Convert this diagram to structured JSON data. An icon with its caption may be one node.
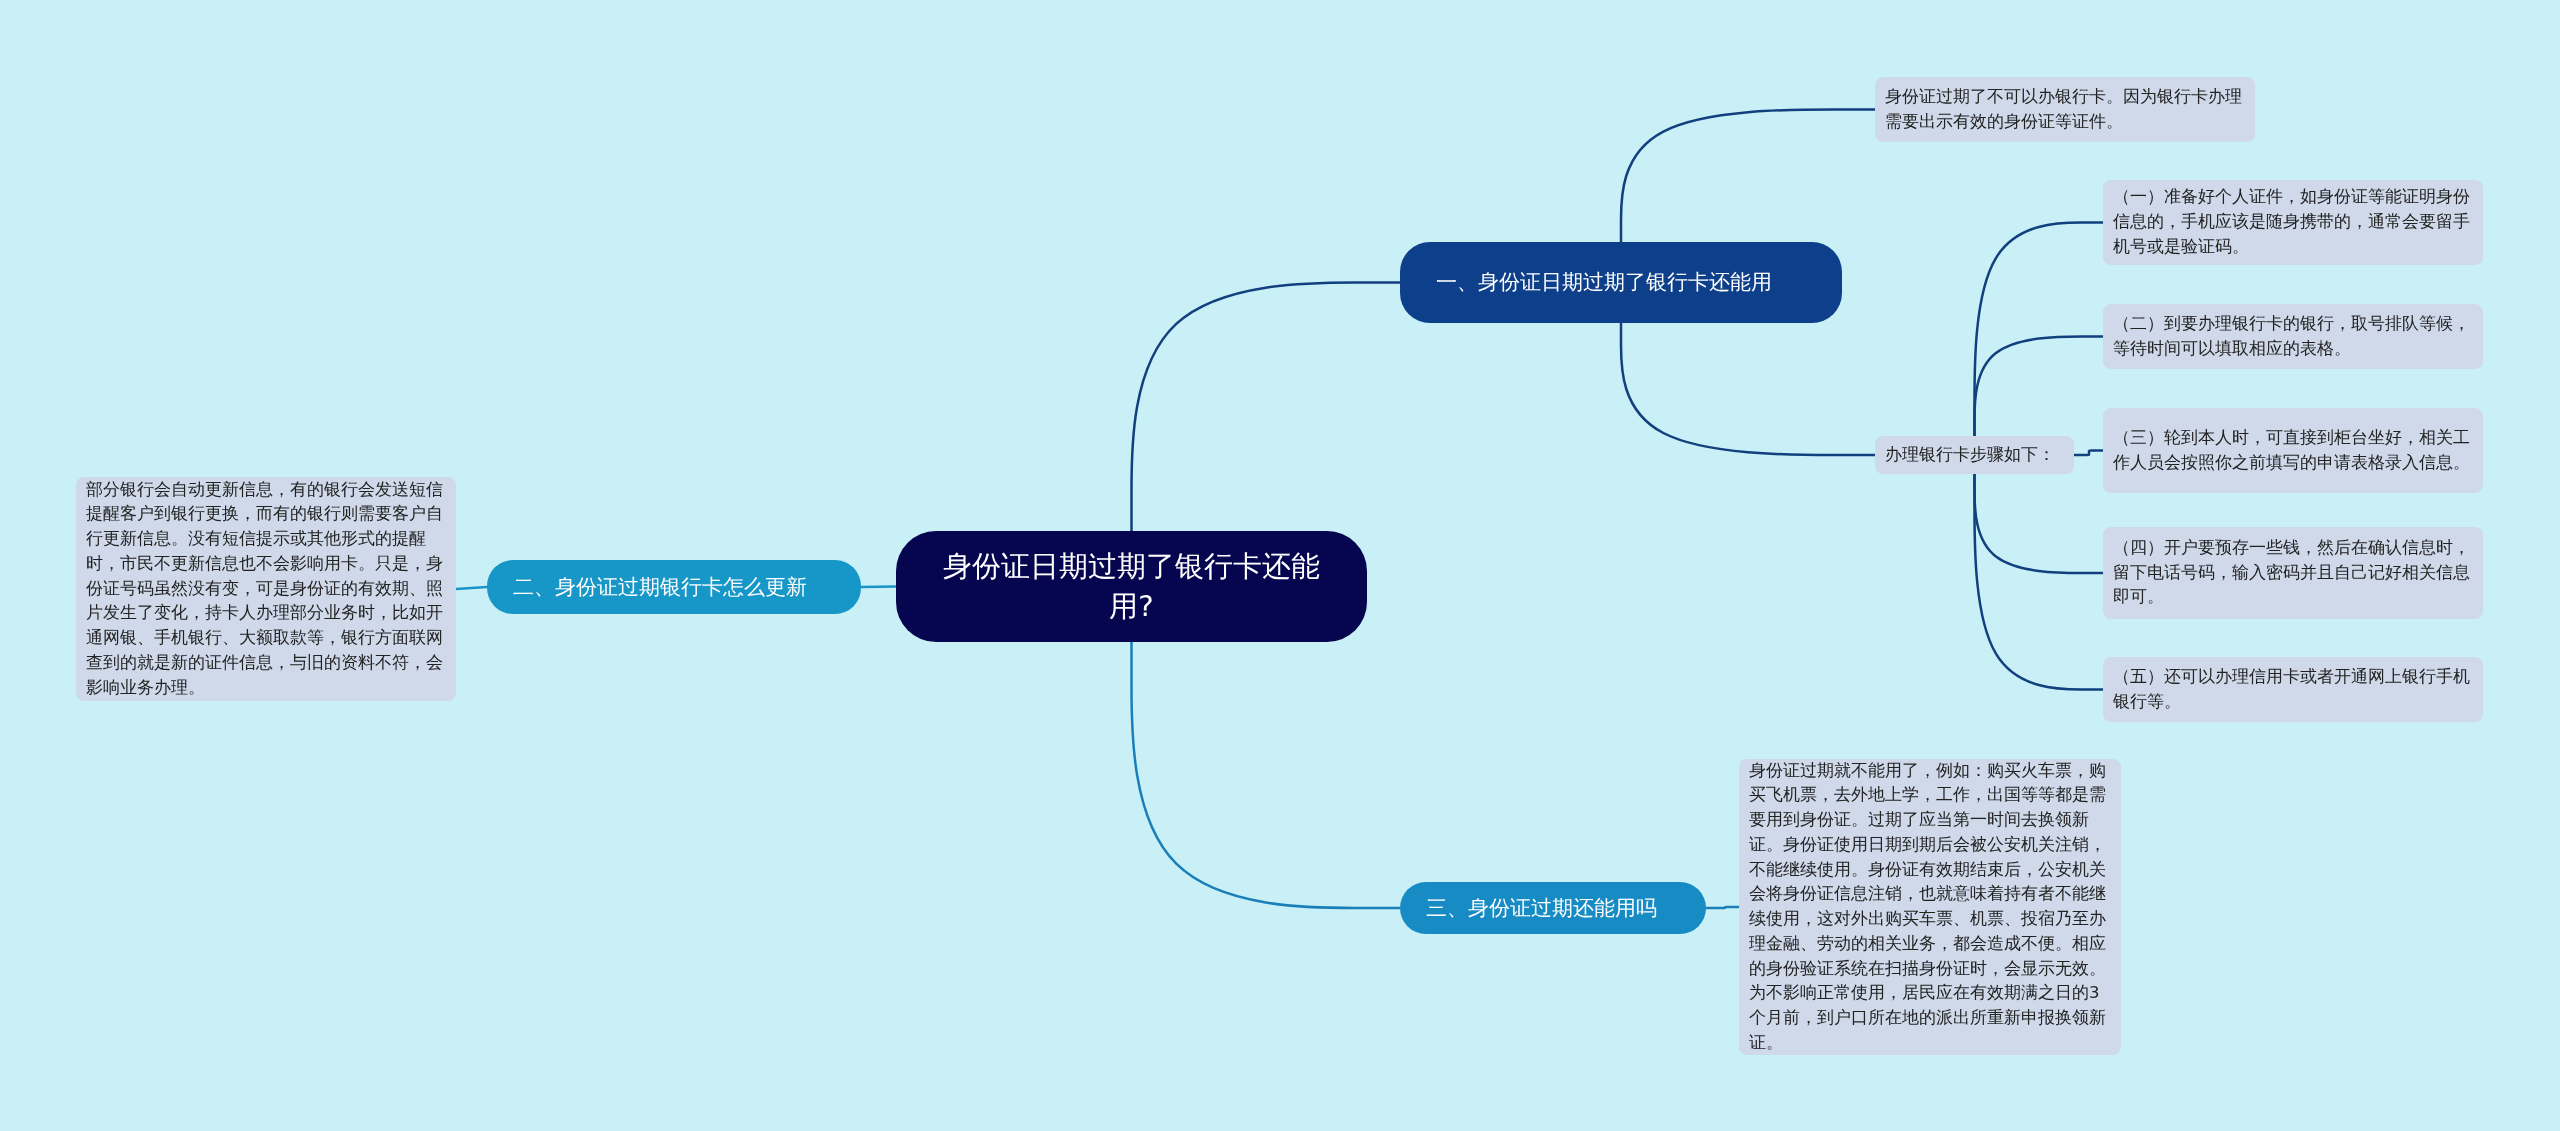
{
  "diagram": {
    "nodes": [
      {
        "text": [
          "身份证日期过期了银行卡还能用?"
        ]
      },
      {
        "text": [
          "一、身份证日期过期了银行卡还能用"
        ]
      },
      {
        "text": [
          "身份证过期了不可以办银行卡。因为银行卡办理需要出示有效的身份证等证件。"
        ]
      },
      {
        "text": [
          "办理银行卡步骤如下："
        ]
      },
      {
        "text": [
          "（一）准备好个人证件，如身份证等能证明身份信息的，手机应该是随身携带的，通常会要留手机号或是验证码。"
        ]
      },
      {
        "text": [
          "（二）到要办理银行卡的银行，取号排队等候，等待时间可以填取相应的表格。"
        ]
      },
      {
        "text": [
          "（三）轮到本人时，可直接到柜台坐好，相关工作人员会按照你之前填写的申请表格录入信息。"
        ]
      },
      {
        "text": [
          "（四）开户要预存一些钱，然后在确认信息时，留下电话号码，输入密码并且自己记好相关信息即可。"
        ]
      },
      {
        "text": [
          "（五）还可以办理信用卡或者开通网上银行手机银行等。"
        ]
      },
      {
        "text": [
          "二、身份证过期银行卡怎么更新"
        ]
      },
      {
        "text": [
          "部分银行会自动更新信息，有的银行会发送短信提醒客户到银行更换，而有的银行则需要客户自行更新信息。没有短信提示或其他形式的提醒时，市民不更新信息也不会影响用卡。只是，身份证号码虽然没有变，可是身份证的有效期、照片发生了变化，持卡人办理部分业务时，比如开通网银、手机银行、大额取款等，银行方面联网查到的就是新的证件信息，与旧的资料不符，会影响业务办理。"
        ]
      },
      {
        "text": [
          "三、身份证过期还能用吗"
        ]
      },
      {
        "text": [
          "身份证过期就不能用了，例如：购买火车票，购买飞机票，去外地上学，工作，出国等等都是需要用到身份证。过期了应当第一时间去换领新证。身份证使用日期到期后会被公安机关注销，不能继续使用。身份证有效期结束后，公安机关会将身份证信息注销，也就意味着持有者不能继续使用，这对外出购买车票、机票、投宿乃至办理金融、劳动的相关业务，都会造成不便。相应的身份验证系统在扫描身份证时，会显示无效。为不影响正常使用，居民应在有效期满之日的3个月前，到户口所在地的派出所重新申报换领新证。"
        ]
      }
    ],
    "edges": [
      {
        "from": 0,
        "to": 1,
        "arrow": "none"
      },
      {
        "from": 1,
        "to": 2,
        "arrow": "none"
      },
      {
        "from": 1,
        "to": 3,
        "arrow": "none"
      },
      {
        "from": 3,
        "to": 4,
        "arrow": "none"
      },
      {
        "from": 3,
        "to": 5,
        "arrow": "none"
      },
      {
        "from": 3,
        "to": 6,
        "arrow": "none"
      },
      {
        "from": 3,
        "to": 7,
        "arrow": "none"
      },
      {
        "from": 3,
        "to": 8,
        "arrow": "none"
      },
      {
        "from": 0,
        "to": 9,
        "arrow": "none",
        "color": "#1a93c6"
      },
      {
        "from": 9,
        "to": 10,
        "arrow": "none",
        "color": "#1a93c6"
      },
      {
        "from": 0,
        "to": 11,
        "arrow": "none",
        "color": "#1a7fb8"
      },
      {
        "from": 11,
        "to": 12,
        "arrow": "none",
        "color": "#1a7fb8"
      }
    ]
  }
}
